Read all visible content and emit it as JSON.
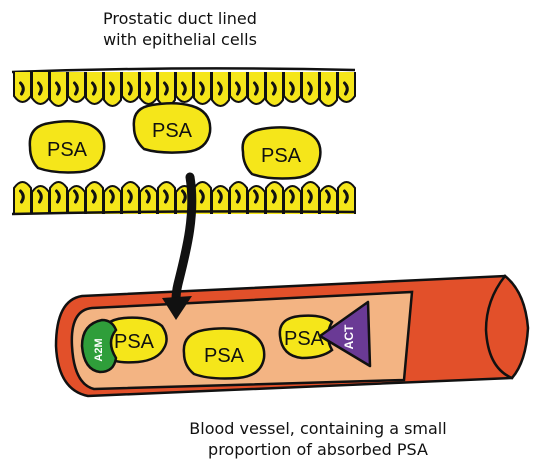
{
  "captions": {
    "duct": [
      "Prostatic duct lined",
      "with epithelial cells"
    ],
    "vessel": [
      "Blood vessel, containing a small",
      "proportion of absorbed PSA"
    ]
  },
  "labels": {
    "psa": "PSA",
    "a2m": "A2M",
    "act": "ACT"
  },
  "colors": {
    "epithelial_cell": "#f5e61a",
    "psa_molecule": "#f5e61a",
    "vessel_wall": "#e2502a",
    "vessel_lumen": "#f3b483",
    "a2m": "#2f9e3a",
    "act": "#6a3a95",
    "outline": "#111111"
  }
}
